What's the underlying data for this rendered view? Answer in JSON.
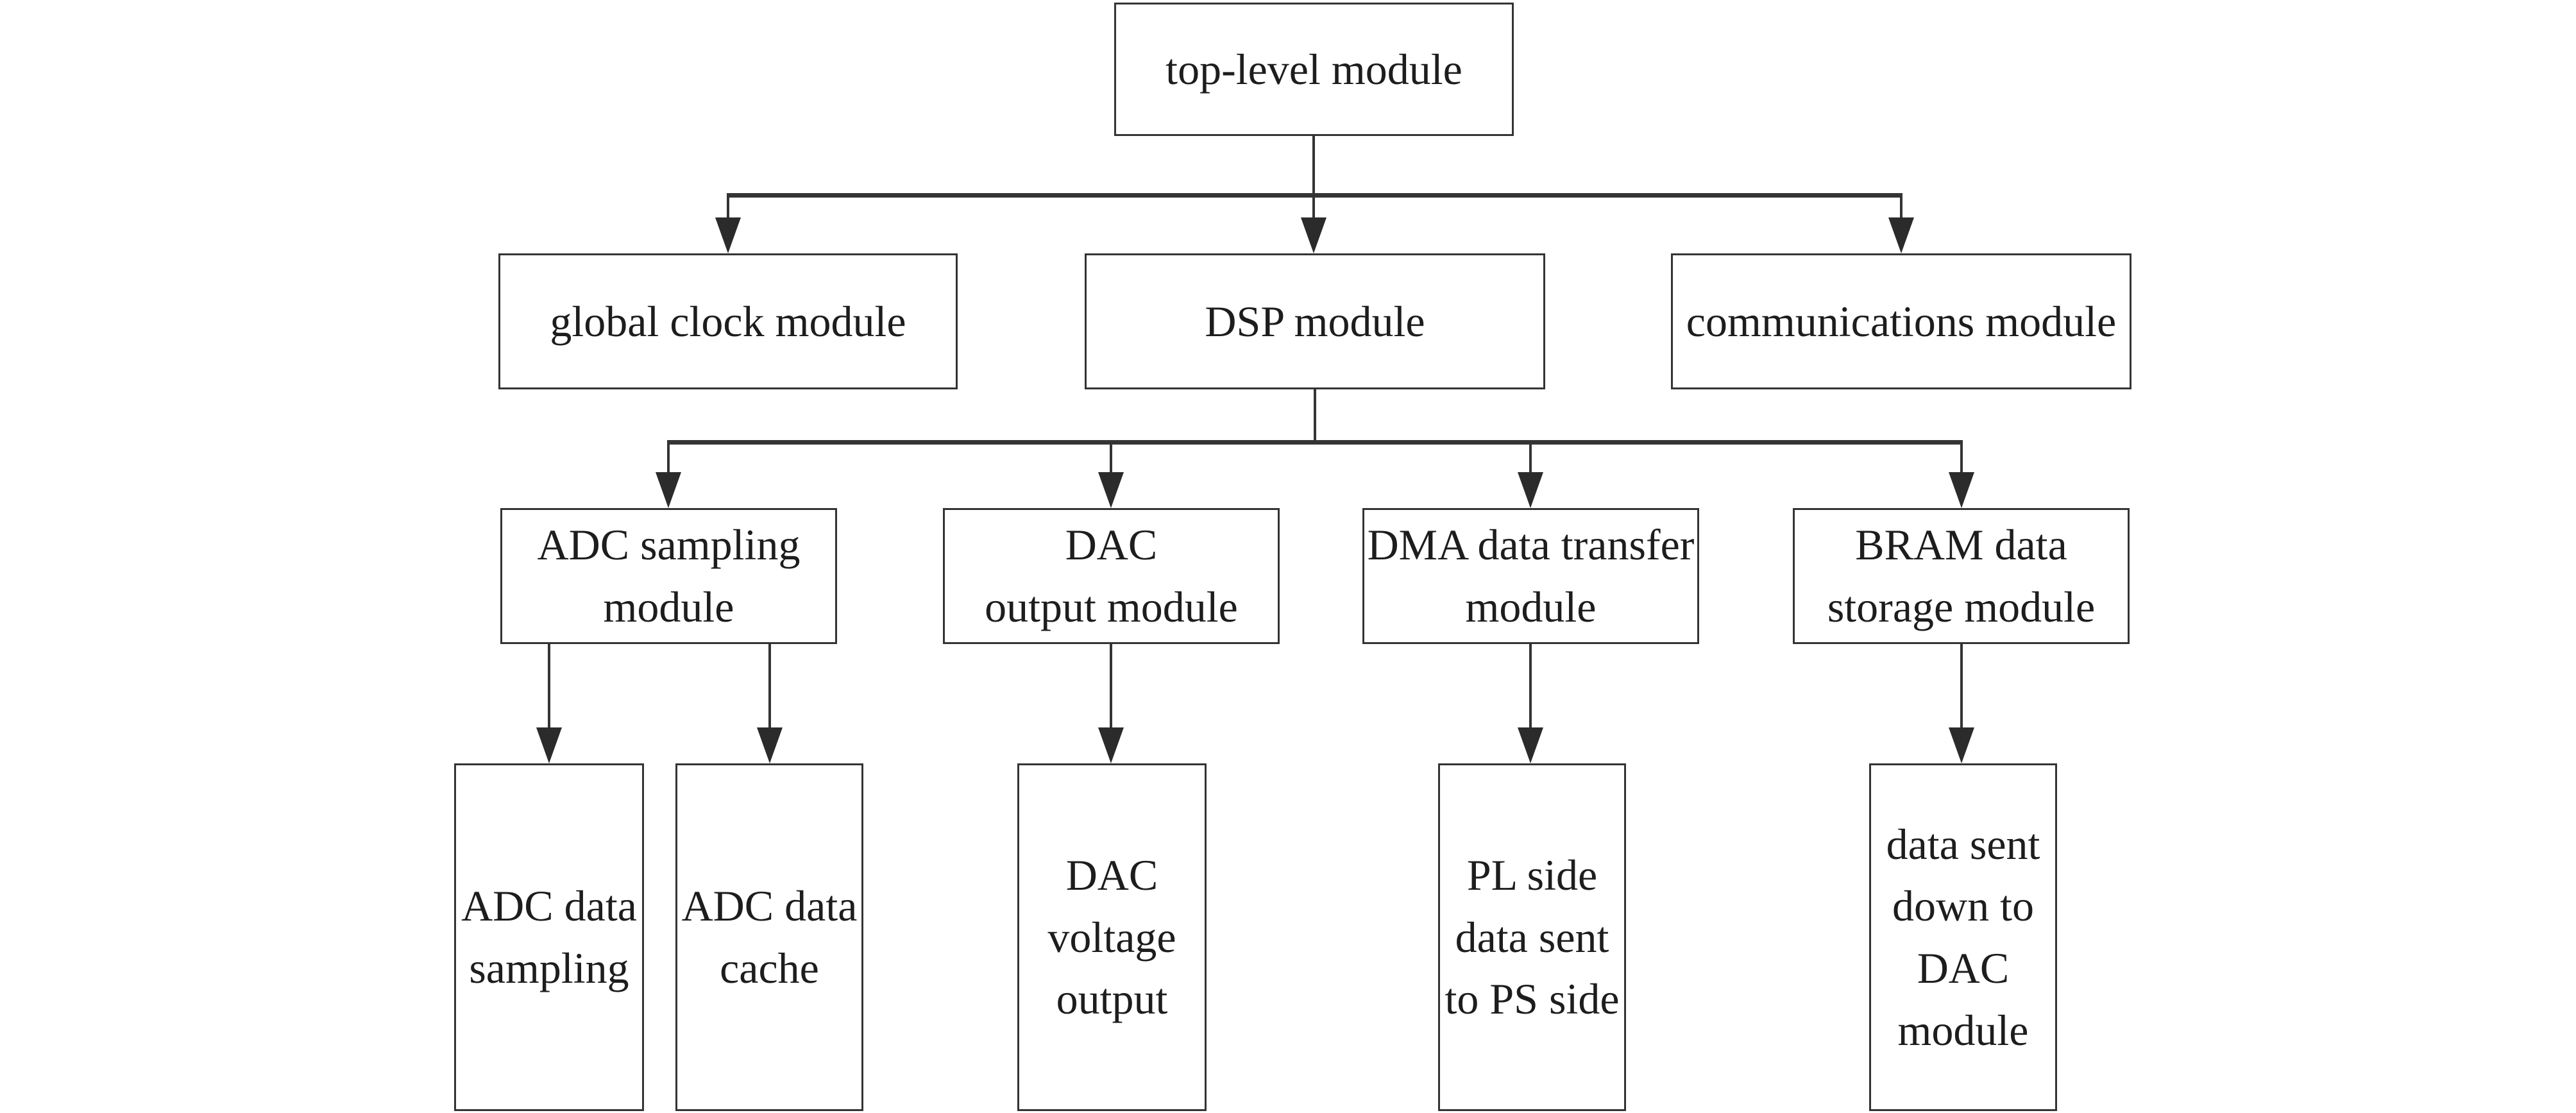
{
  "colors": {
    "line": "#343434",
    "arrow": "#2b2b2b",
    "text": "#1d1d1d",
    "background": "#ffffff"
  },
  "nodes": {
    "top_level": {
      "label": "top-level module",
      "lines": [
        "top-level module"
      ]
    },
    "global_clock": {
      "label": "global clock module",
      "lines": [
        "global clock module"
      ]
    },
    "dsp": {
      "label": "DSP module",
      "lines": [
        "DSP module"
      ]
    },
    "communications": {
      "label": "communications module",
      "lines": [
        "communications module"
      ]
    },
    "adc_sampling": {
      "label": "ADC sampling module",
      "lines": [
        "ADC sampling",
        "module"
      ]
    },
    "dac_output": {
      "label": "DAC output module",
      "lines": [
        "DAC",
        "output module"
      ]
    },
    "dma_transfer": {
      "label": "DMA data transfer module",
      "lines": [
        "DMA data transfer",
        "module"
      ]
    },
    "bram_storage": {
      "label": "BRAM data storage module",
      "lines": [
        "BRAM data",
        "storage module"
      ]
    },
    "adc_data_sampling": {
      "label": "ADC data sampling",
      "lines": [
        "ADC data",
        "sampling"
      ]
    },
    "adc_data_cache": {
      "label": "ADC data cache",
      "lines": [
        "ADC data",
        "cache"
      ]
    },
    "dac_voltage_output": {
      "label": "DAC voltage output",
      "lines": [
        "DAC",
        "voltage",
        "output"
      ]
    },
    "pl_to_ps": {
      "label": "PL side data sent to PS side",
      "lines": [
        "PL side",
        "data sent",
        "to PS side"
      ]
    },
    "data_to_dac": {
      "label": "data sent down to DAC module",
      "lines": [
        "data sent",
        "down to",
        "DAC",
        "module"
      ]
    }
  },
  "edges": [
    {
      "from": "top_level",
      "to": "global_clock"
    },
    {
      "from": "top_level",
      "to": "dsp"
    },
    {
      "from": "top_level",
      "to": "communications"
    },
    {
      "from": "dsp",
      "to": "adc_sampling"
    },
    {
      "from": "dsp",
      "to": "dac_output"
    },
    {
      "from": "dsp",
      "to": "dma_transfer"
    },
    {
      "from": "dsp",
      "to": "bram_storage"
    },
    {
      "from": "adc_sampling",
      "to": "adc_data_sampling"
    },
    {
      "from": "adc_sampling",
      "to": "adc_data_cache"
    },
    {
      "from": "dac_output",
      "to": "dac_voltage_output"
    },
    {
      "from": "dma_transfer",
      "to": "pl_to_ps"
    },
    {
      "from": "bram_storage",
      "to": "data_to_dac"
    }
  ]
}
